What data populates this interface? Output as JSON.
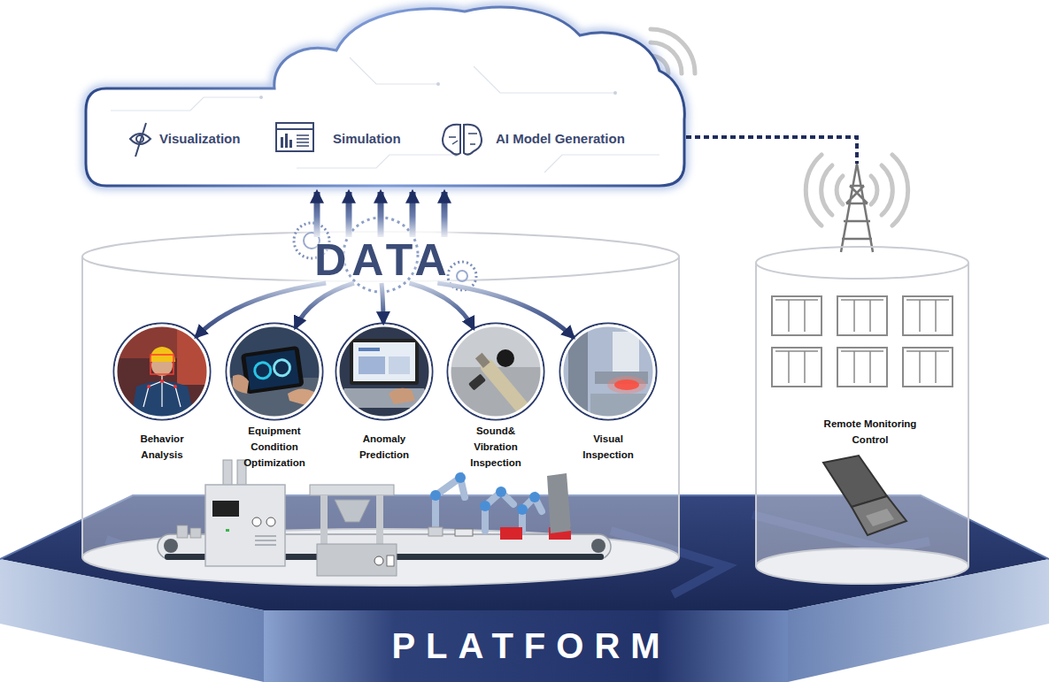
{
  "diagram": {
    "nodes": [
      {
        "text": [
          "Visualization",
          "Simulation",
          "AI Model Generation"
        ]
      },
      {
        "text": [
          "DATA"
        ]
      },
      {
        "text": [
          "Behavior Analysis"
        ]
      },
      {
        "text": [
          "Equipment Condition Optimization"
        ]
      },
      {
        "text": [
          "Anomaly Prediction"
        ]
      },
      {
        "text": [
          "Sound& Vibration Inspection"
        ]
      },
      {
        "text": [
          "Visual Inspection"
        ]
      },
      {
        "text": [
          "Remote Monitoring Control"
        ]
      },
      {
        "text": [
          "PLATFORM"
        ]
      }
    ],
    "edges": [
      {
        "from": 1,
        "to": 0,
        "arrow": "to"
      },
      {
        "from": 1,
        "to": 2,
        "arrow": "to"
      },
      {
        "from": 1,
        "to": 3,
        "arrow": "to"
      },
      {
        "from": 1,
        "to": 4,
        "arrow": "to"
      },
      {
        "from": 1,
        "to": 5,
        "arrow": "to"
      },
      {
        "from": 1,
        "to": 6,
        "arrow": "to"
      },
      {
        "from": 0,
        "to": 7,
        "arrow": "none"
      }
    ]
  }
}
